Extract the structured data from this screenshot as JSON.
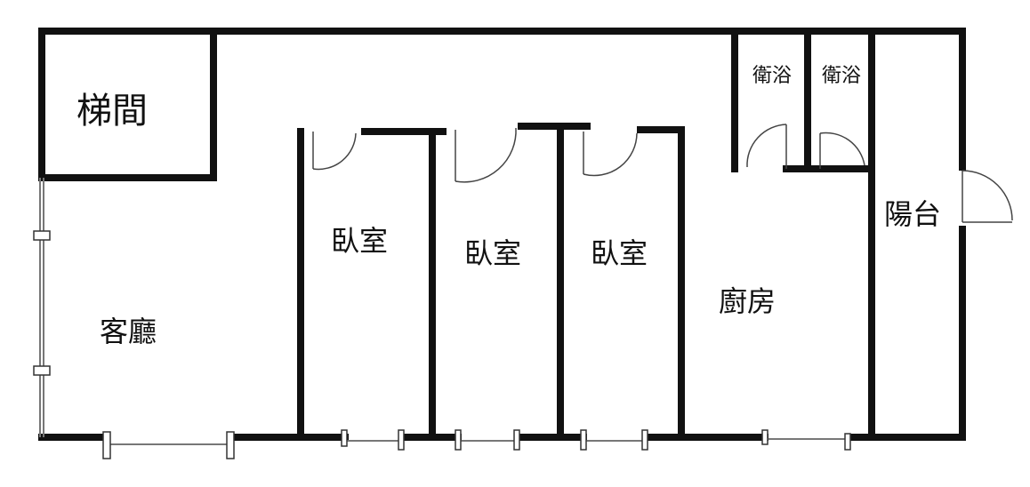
{
  "rooms": {
    "stairwell": "梯間",
    "living_room": "客廳",
    "bedroom_1": "臥室",
    "bedroom_2": "臥室",
    "bedroom_3": "臥室",
    "bathroom_1": "衛浴",
    "bathroom_2": "衛浴",
    "kitchen": "廚房",
    "balcony": "陽台"
  },
  "colors": {
    "wall": "#111111",
    "window": "#777777",
    "door": "#444444"
  }
}
